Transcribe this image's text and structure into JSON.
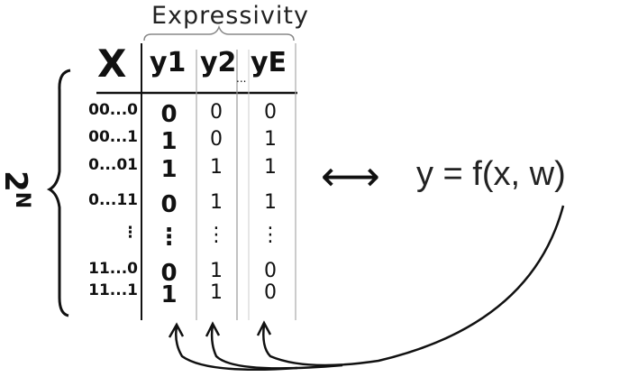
{
  "title": "Expressivity",
  "left_label": {
    "base": "2",
    "exp": "N"
  },
  "table": {
    "headers": {
      "x": "X",
      "y1": "y1",
      "y2": "y2",
      "ellipsis": "...",
      "yE": "yE"
    },
    "rows": [
      {
        "x": "00...0",
        "y1": "0",
        "y2": "0",
        "yE": "0"
      },
      {
        "x": "00...1",
        "y1": "1",
        "y2": "0",
        "yE": "1"
      },
      {
        "x": "0...01",
        "y1": "1",
        "y2": "1",
        "yE": "1"
      },
      {
        "x": "0...11",
        "y1": "0",
        "y2": "1",
        "yE": "1"
      },
      {
        "x": "⋮",
        "y1": "⋮",
        "y2": "⋮",
        "yE": "⋮"
      },
      {
        "x": "11...0",
        "y1": "0",
        "y2": "1",
        "yE": "0"
      },
      {
        "x": "11...1",
        "y1": "1",
        "y2": "1",
        "yE": "0"
      }
    ]
  },
  "equivalence_symbol": "⟷",
  "equation": "y = f(x, w)"
}
